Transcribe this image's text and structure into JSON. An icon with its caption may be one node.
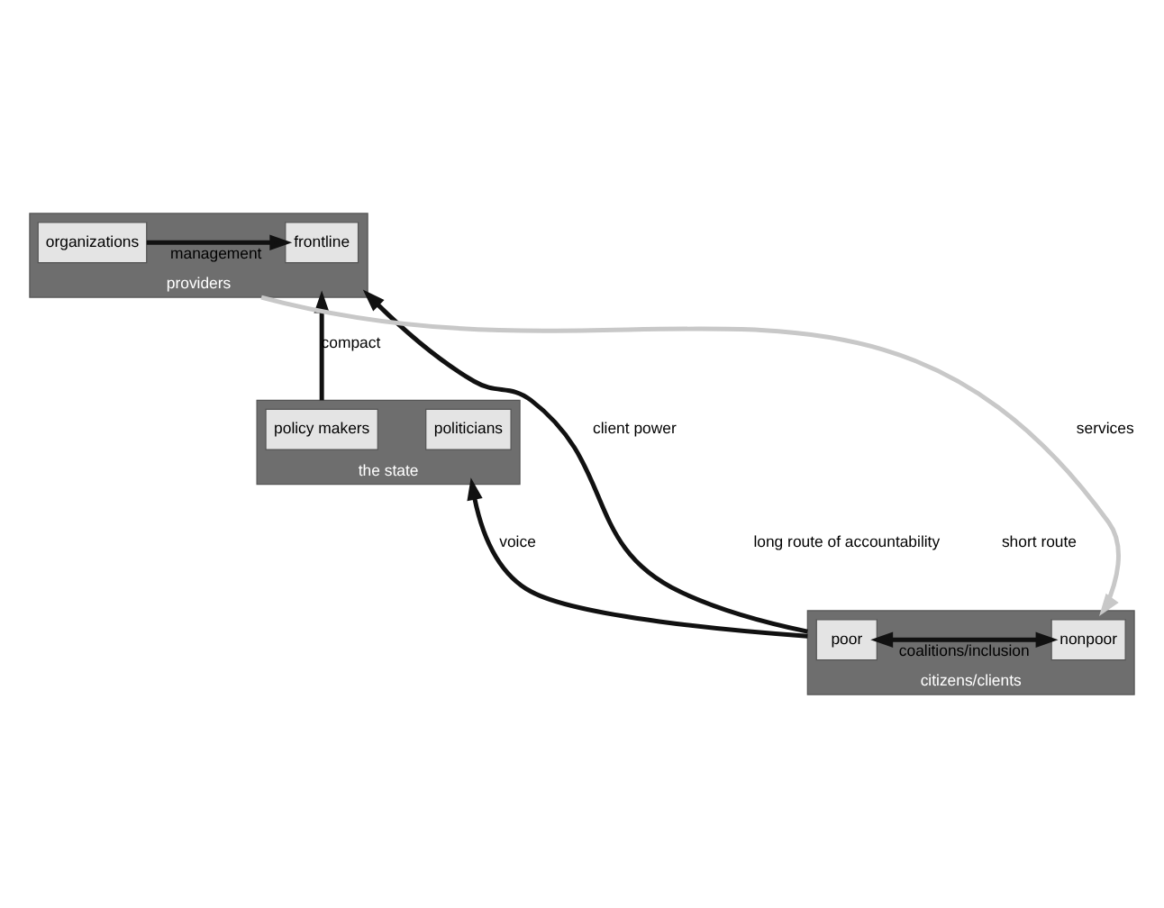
{
  "diagram": {
    "nodes": [
      {
        "text": [
          "the state"
        ]
      },
      {
        "text": [
          "politicians"
        ],
        "in": 0
      },
      {
        "text": [
          "policy makers"
        ],
        "in": 0
      },
      {
        "text": [
          "citizens/clients"
        ]
      },
      {
        "text": [
          "nonpoor"
        ],
        "in": 3
      },
      {
        "text": [
          "poor"
        ],
        "in": 3
      },
      {
        "text": [
          "providers"
        ]
      },
      {
        "text": [
          "frontline"
        ],
        "in": 6
      },
      {
        "text": [
          "organizations"
        ],
        "in": 6
      }
    ],
    "edges": [
      {
        "from": 3,
        "to": 0,
        "arrow": "to",
        "label": "voice"
      },
      {
        "from": 0,
        "to": 6,
        "arrow": "to",
        "label": "compact"
      },
      {
        "from": 3,
        "to": 6,
        "arrow": "to",
        "label": "client power"
      },
      {
        "from": 6,
        "to": 3,
        "arrow": "to",
        "label": "services",
        "color": "#c8c8c8"
      },
      {
        "from": 4,
        "to": 5,
        "arrow": "both",
        "label": "coalitions/inclusion"
      },
      {
        "from": 8,
        "to": 7,
        "arrow": "to",
        "label": "management"
      }
    ],
    "labels": [
      "long route of accountability",
      "short route"
    ]
  }
}
